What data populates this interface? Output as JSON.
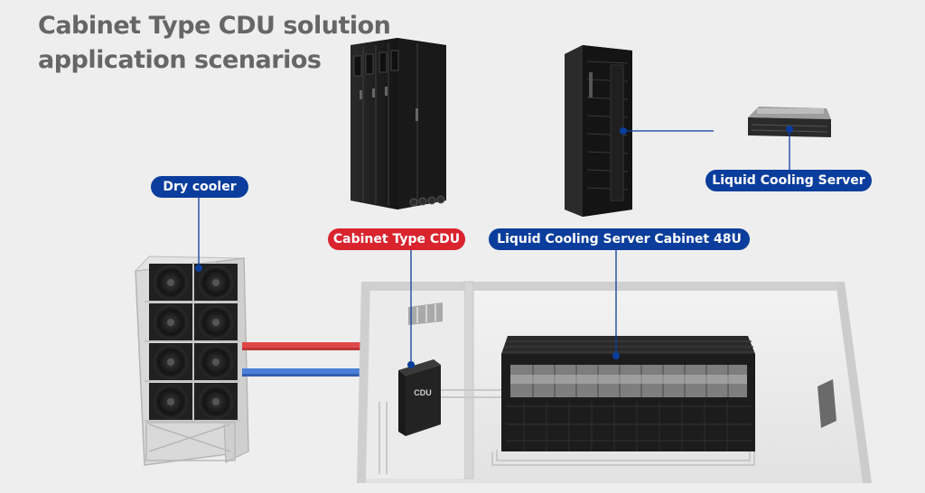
{
  "title": {
    "line1": "Cabinet Type CDU solution",
    "line2": "application scenarios"
  },
  "labels": {
    "dry_cooler": "Dry cooler",
    "cabinet_cdu": "Cabinet Type CDU",
    "server_cabinet": "Liquid Cooling Server Cabinet 48U",
    "server": "Liquid Cooling Server",
    "cdu_unit_text": "CDU"
  },
  "colors": {
    "label_blue": "#0a3d9c",
    "label_red": "#d9232d",
    "title": "#666666",
    "hot_pipe": "#e04848",
    "cold_pipe": "#4a7fd8"
  }
}
